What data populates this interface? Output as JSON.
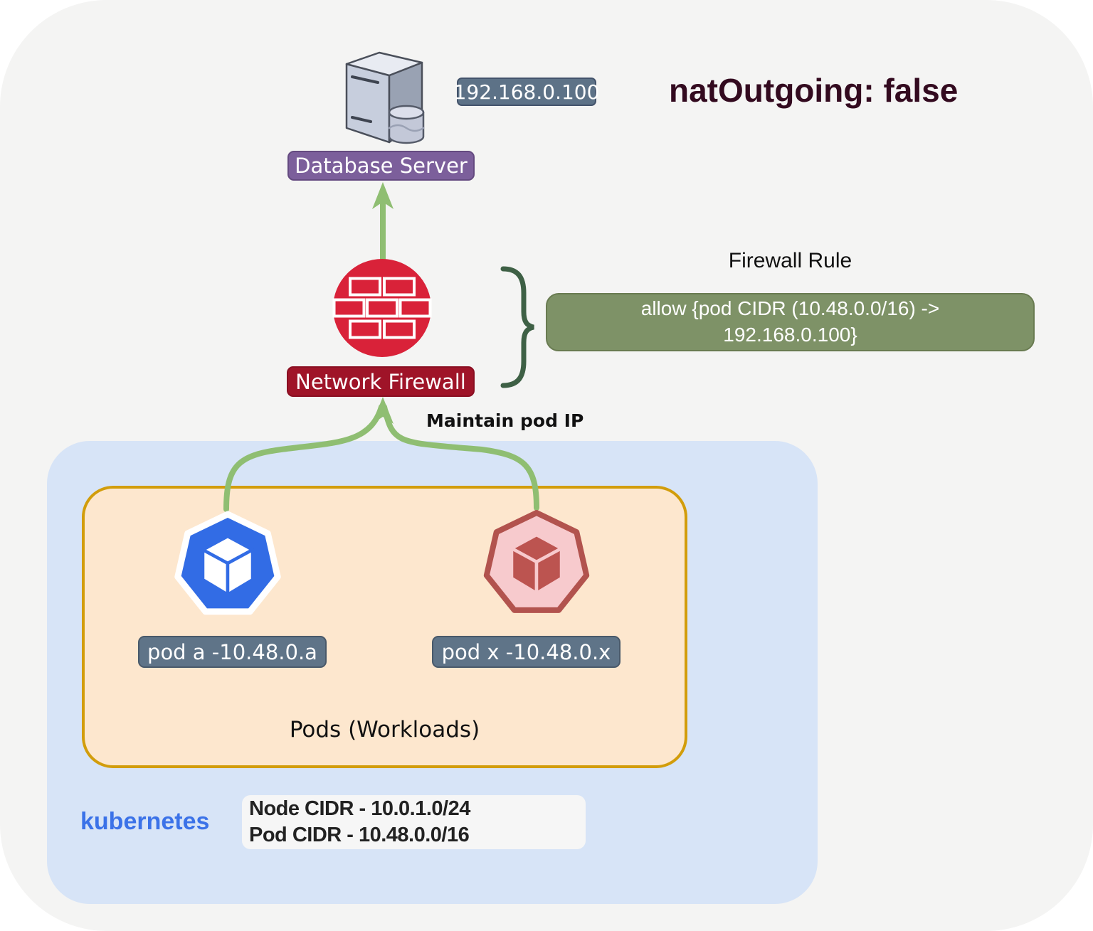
{
  "title": {
    "text": "natOutgoing: false",
    "color": "#330a1f"
  },
  "database_server": {
    "label": "Database Server",
    "ip": "192.168.0.100",
    "label_bg": "#7c5f9b",
    "ip_bg": "#5d7287",
    "icon": "database-server-icon"
  },
  "firewall": {
    "label": "Network Firewall",
    "label_bg": "#9f1428",
    "circle_color": "#d92239",
    "icon": "brick-wall-icon",
    "rule_title": "Firewall Rule",
    "rule_line1": "allow {pod CIDR (10.48.0.0/16) ->",
    "rule_line2": "192.168.0.100}",
    "rule_bg": "#7e9267",
    "annotation": "Maintain pod IP"
  },
  "kubernetes_cluster": {
    "wordmark": "kubernetes",
    "wordmark_color": "#3b72e8",
    "box_color": "#d7e4f7",
    "node_cidr": "Node CIDR - 10.0.1.0/24",
    "pod_cidr": "Pod CIDR - 10.48.0.0/16",
    "pods_group": {
      "label": "Pods (Workloads)",
      "box_fill": "#fde7ce",
      "box_border": "#d29d0b",
      "pod_a": {
        "label": "pod a -10.48.0.a",
        "icon": "kubernetes-pod-icon",
        "icon_color": "#326ce5"
      },
      "pod_x": {
        "label": "pod x -10.48.0.x",
        "icon": "kubernetes-pod-icon",
        "icon_color": "#bc5450"
      }
    }
  },
  "arrows": {
    "flow_color": "#8fbe72",
    "brace_color": "#3e6045"
  }
}
